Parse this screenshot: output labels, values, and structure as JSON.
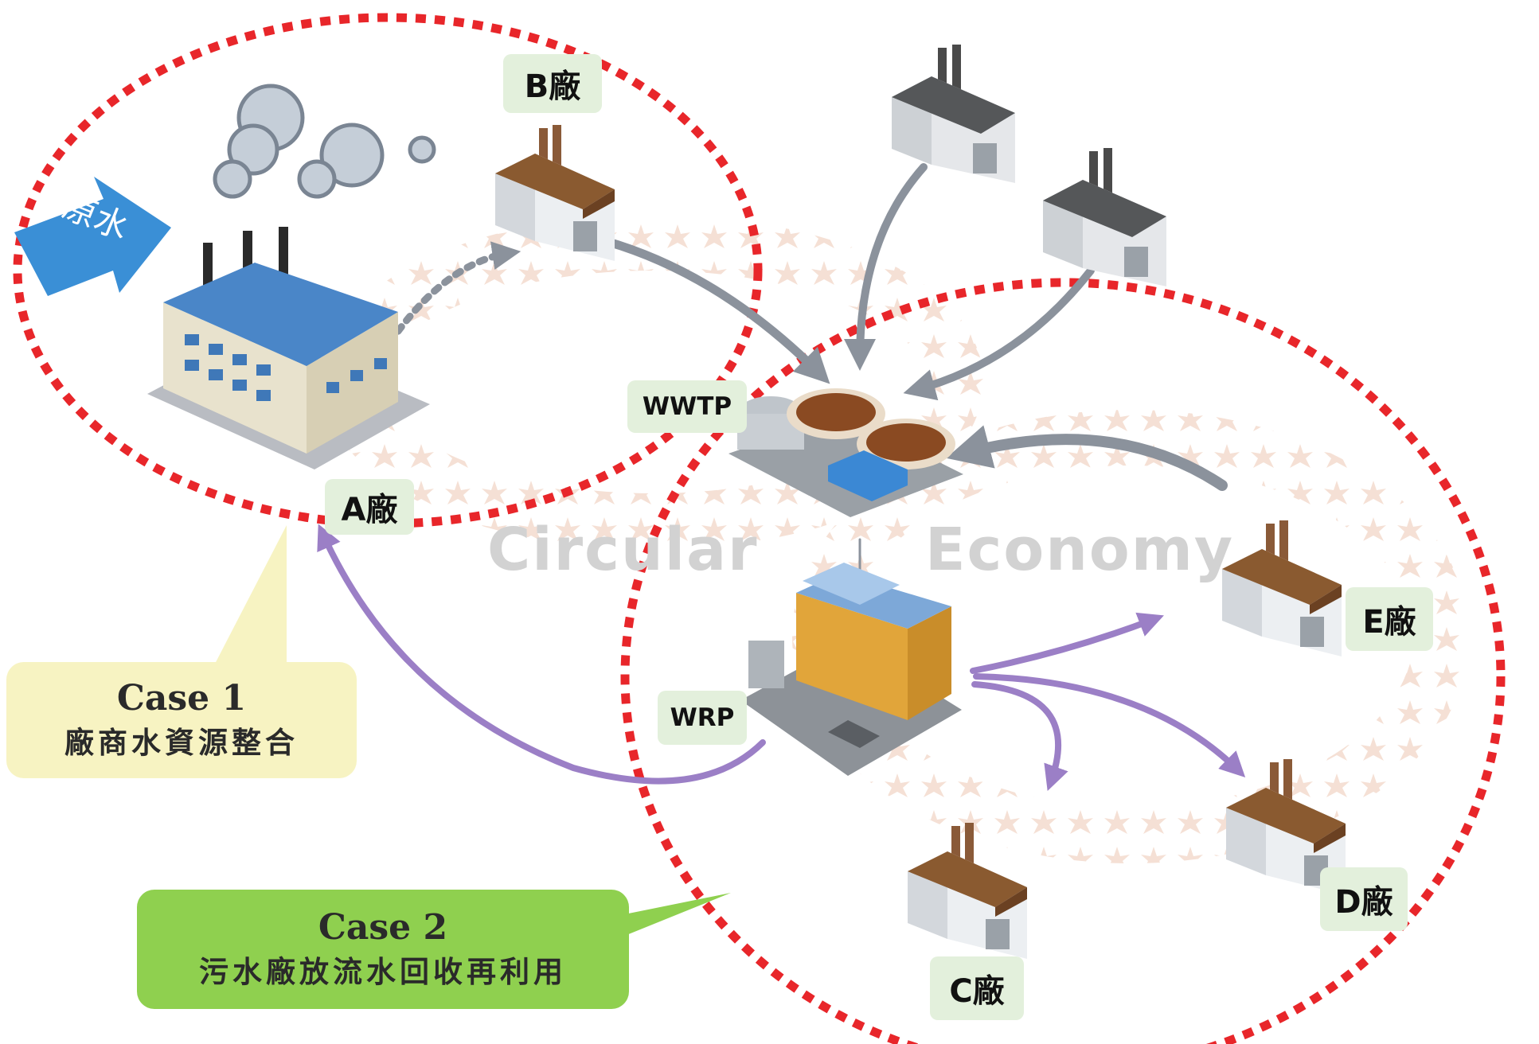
{
  "raw_water_label": "原水",
  "watermark": {
    "left": "Circular",
    "right": "Economy"
  },
  "facilities": {
    "plant_a": "A廠",
    "plant_b": "B廠",
    "plant_c": "C廠",
    "plant_d": "D廠",
    "plant_e": "E廠",
    "wwtp": "WWTP",
    "wrp": "WRP"
  },
  "case1": {
    "title": "Case 1",
    "subtitle": "廠商水資源整合",
    "color": "#f7f3c2"
  },
  "case2": {
    "title": "Case 2",
    "subtitle": "污水廠放流水回收再利用",
    "color": "#8fd04f"
  },
  "colors": {
    "boundary": "#e8262a",
    "flow_gray": "#8b929c",
    "flow_purple": "#9b7fc6",
    "raw_water": "#3a8fd6"
  },
  "icons": [
    "factory-icon",
    "wastewater-plant-icon",
    "water-reclamation-plant-icon",
    "smoke-cloud-icon"
  ]
}
